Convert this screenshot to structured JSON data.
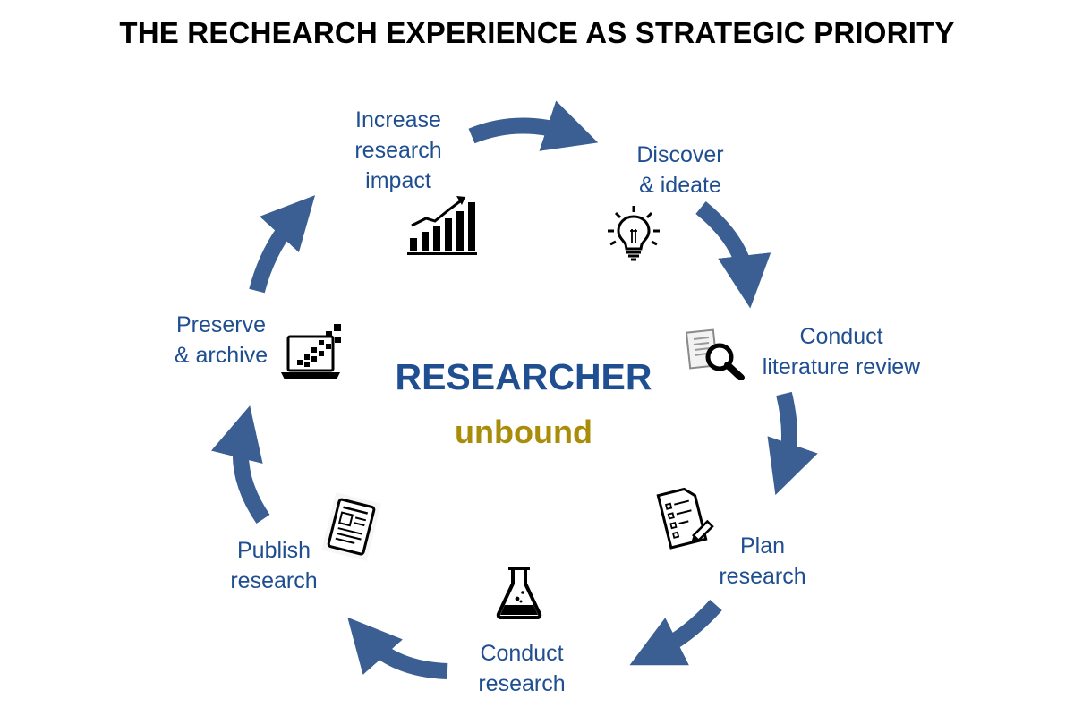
{
  "title": "THE RECHEARCH EXPERIENCE AS STRATEGIC PRIORITY",
  "center": {
    "main": "RESEARCHER",
    "sub": "unbound"
  },
  "steps": [
    {
      "lines": [
        "Increase",
        "research",
        "impact"
      ],
      "icon": "growth-chart-icon"
    },
    {
      "lines": [
        "Discover",
        "& ideate"
      ],
      "icon": "lightbulb-icon"
    },
    {
      "lines": [
        "Conduct",
        "literature review"
      ],
      "icon": "document-magnifier-icon"
    },
    {
      "lines": [
        "Plan",
        "research"
      ],
      "icon": "checklist-pencil-icon"
    },
    {
      "lines": [
        "Conduct",
        "research"
      ],
      "icon": "flask-icon"
    },
    {
      "lines": [
        "Publish",
        "research"
      ],
      "icon": "newspaper-icon"
    },
    {
      "lines": [
        "Preserve",
        "& archive"
      ],
      "icon": "laptop-data-icon"
    }
  ],
  "colors": {
    "arrow": "#3b5f93",
    "step_text": "#1f4e91",
    "center_main": "#1f4e91",
    "center_sub": "#a98d0a"
  }
}
